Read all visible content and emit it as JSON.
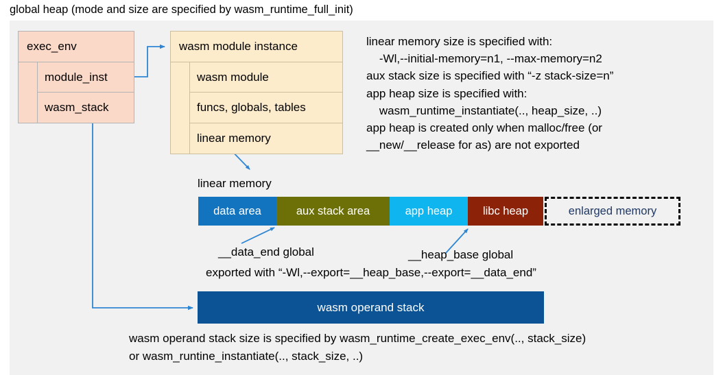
{
  "title": "global heap (mode and size are specified by wasm_runtime_full_init)",
  "exec_env": {
    "header": "exec_env",
    "rows": [
      {
        "label": "module_inst"
      },
      {
        "label": "wasm_stack"
      }
    ]
  },
  "module_instance": {
    "header": "wasm module instance",
    "rows": [
      {
        "label": "wasm module"
      },
      {
        "label": "funcs, globals, tables"
      },
      {
        "label": "linear memory"
      }
    ]
  },
  "notes": {
    "right": "linear memory size is specified with:\n    -Wl,--initial-memory=n1, --max-memory=n2\naux stack size is specified with “-z stack-size=n”\napp heap size is specified with:\n    wasm_runtime_instantiate(.., heap_size, ..)\napp heap is created only when malloc/free (or\n__new/__release for as) are not exported",
    "bottom": "wasm operand stack size is specified by wasm_runtime_create_exec_env(.., stack_size)\nor wasm_runtine_instantiate(.., stack_size, ..)"
  },
  "linear_memory": {
    "label": "linear memory",
    "segments": [
      {
        "label": "data area",
        "color": "#1273be",
        "text_color": "#ffffff",
        "width": 114
      },
      {
        "label": "aux stack area",
        "color": "#6d7007",
        "text_color": "#ffffff",
        "width": 165
      },
      {
        "label": "app heap",
        "color": "#0fb5ef",
        "text_color": "#ffffff",
        "width": 114
      },
      {
        "label": "libc heap",
        "color": "#8c2208",
        "text_color": "#ffffff",
        "width": 110
      },
      {
        "label": "enlarged memory",
        "color": "#f1f1f1",
        "text_color": "#1f3864",
        "width": 198,
        "dashed": true
      }
    ]
  },
  "annotations": {
    "data_end": "__data_end global",
    "heap_base": "__heap_base global",
    "exported_with": "exported with “-Wl,--export=__heap_base,--export=__data_end”"
  },
  "operand_stack": {
    "label": "wasm operand stack"
  },
  "colors": {
    "canvas": "#f1f1f1",
    "exec_env_fill": "#fbd9c8",
    "exec_env_stroke": "#b3b3b3",
    "module_fill": "#fdeccc",
    "module_stroke": "#cdbf9e",
    "connector": "#2e86d3",
    "operand_stack_fill": "#0b5394",
    "enlarged_text": "#1f3864"
  }
}
